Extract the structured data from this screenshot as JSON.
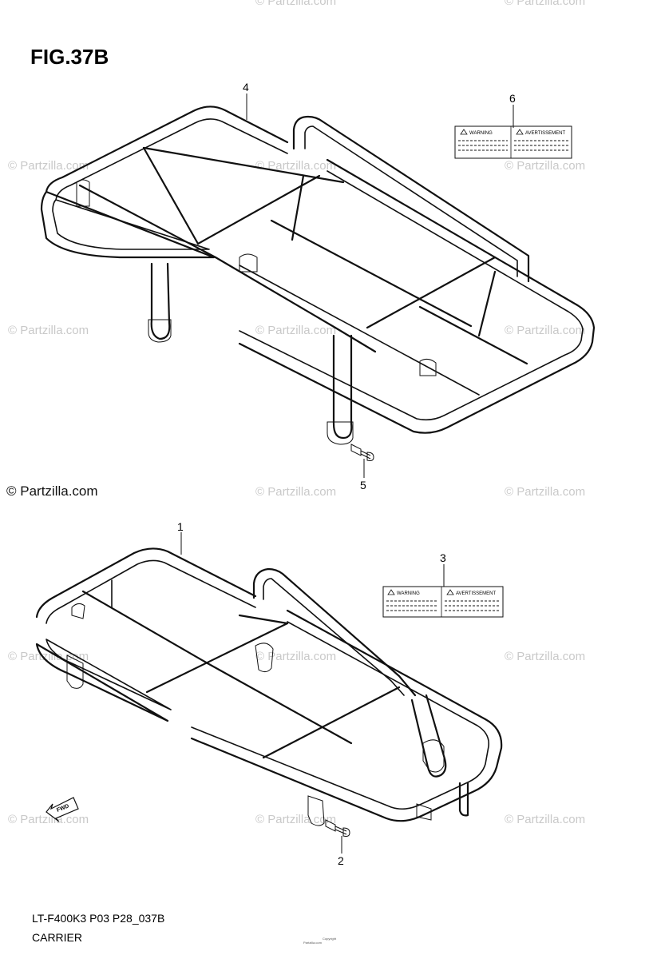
{
  "figure": {
    "title": "FIG.37B",
    "model_code": "LT-F400K3 P03 P28_037B",
    "section_name": "CARRIER"
  },
  "watermark": {
    "text": "© Partzilla.com",
    "main_text": "© Partzilla.com"
  },
  "callouts": {
    "c1": "1",
    "c2": "2",
    "c3": "3",
    "c4": "4",
    "c5": "5",
    "c6": "6"
  },
  "warning_label": {
    "left_head": "WARNING",
    "right_head": "AVERTISSEMENT"
  },
  "fwd_arrow": {
    "text": "FWD"
  },
  "footer": {
    "copyright_line1": "Copyright",
    "copyright_line2": "Partzilla.com"
  }
}
